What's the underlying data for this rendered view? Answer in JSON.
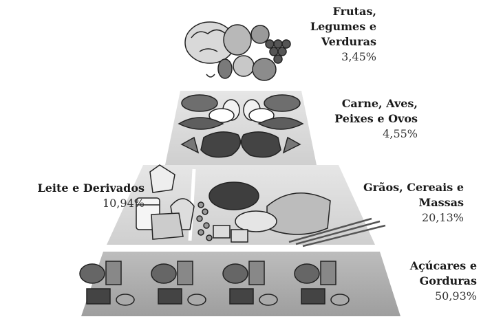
{
  "tiers": [
    {
      "name_lines": [
        "Frutas,",
        "Legumes e",
        "Verduras"
      ],
      "percentage": "3,45%"
    },
    {
      "name_lines": [
        "Carne, Aves,",
        "Peixes e Ovos"
      ],
      "percentage": "4,55%"
    },
    {
      "name_lines": [
        "Leite e Derivados"
      ],
      "percentage": "10,94%"
    },
    {
      "name_lines": [
        "Grãos, Cereais e",
        "Massas"
      ],
      "percentage": "20,13%"
    },
    {
      "name_lines": [
        "Açúcares e",
        "Gorduras"
      ],
      "percentage": "50,93%"
    }
  ]
}
